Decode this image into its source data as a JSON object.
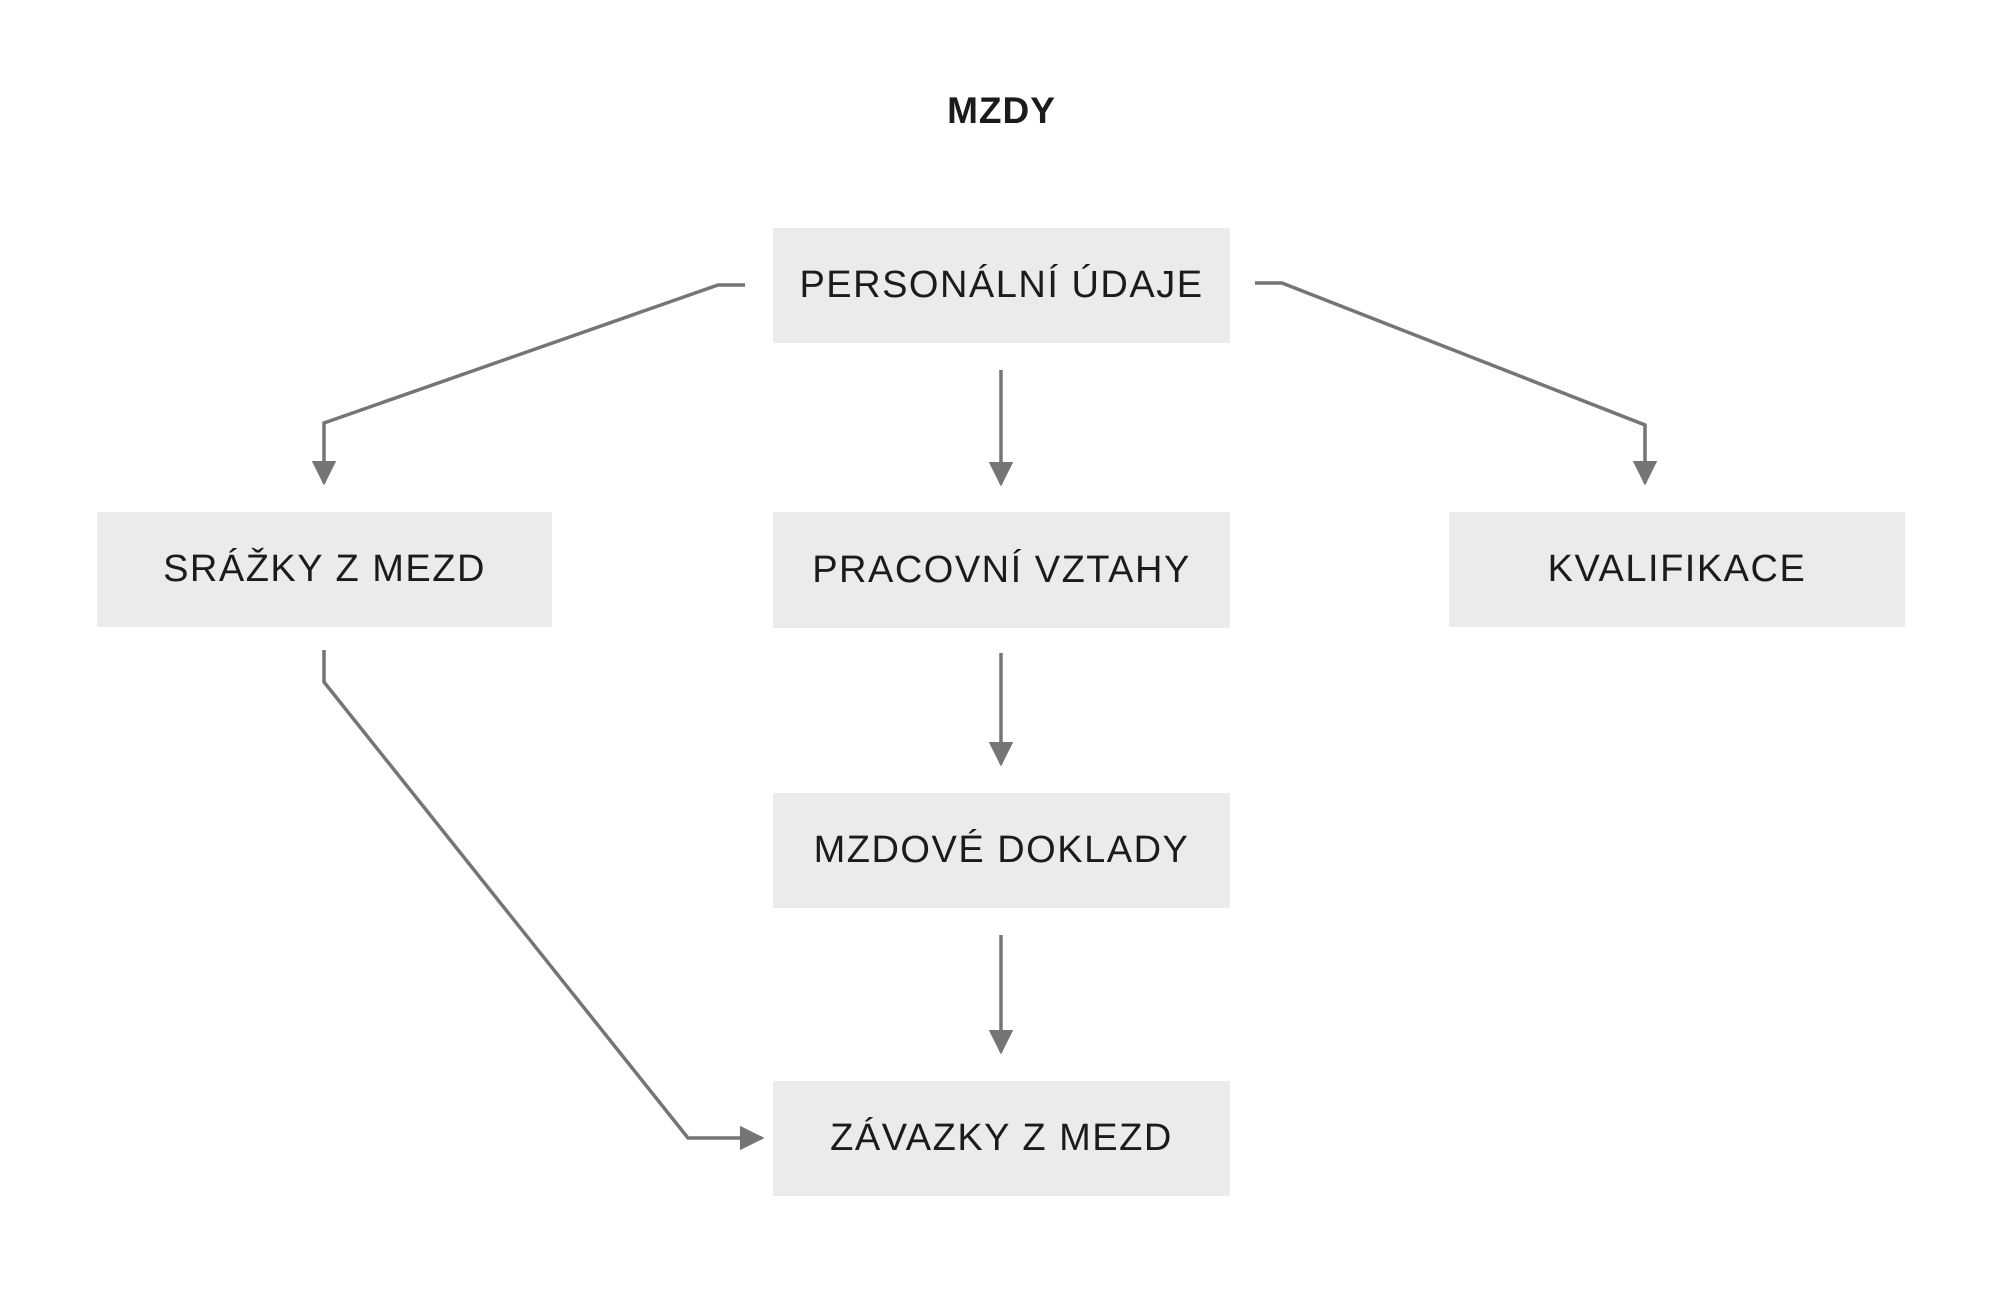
{
  "diagram": {
    "title": "MZDY",
    "colors": {
      "node_fill": "#ebebeb",
      "arrow": "#757575",
      "text": "#1b1b1b",
      "background": "#ffffff"
    },
    "nodes": [
      {
        "id": "personalni-udaje",
        "label": "PERSONÁLNÍ ÚDAJE"
      },
      {
        "id": "srazky-z-mezd",
        "label": "SRÁŽKY Z MEZD"
      },
      {
        "id": "pracovni-vztahy",
        "label": "PRACOVNÍ VZTAHY"
      },
      {
        "id": "kvalifikace",
        "label": "KVALIFIKACE"
      },
      {
        "id": "mzdove-doklady",
        "label": "MZDOVÉ DOKLADY"
      },
      {
        "id": "zavazky-z-mezd",
        "label": "ZÁVAZKY Z MEZD"
      }
    ],
    "edges": [
      {
        "from": "personalni-udaje",
        "to": "srazky-z-mezd"
      },
      {
        "from": "personalni-udaje",
        "to": "pracovni-vztahy"
      },
      {
        "from": "personalni-udaje",
        "to": "kvalifikace"
      },
      {
        "from": "pracovni-vztahy",
        "to": "mzdove-doklady"
      },
      {
        "from": "mzdove-doklady",
        "to": "zavazky-z-mezd"
      },
      {
        "from": "srazky-z-mezd",
        "to": "zavazky-z-mezd"
      }
    ]
  }
}
